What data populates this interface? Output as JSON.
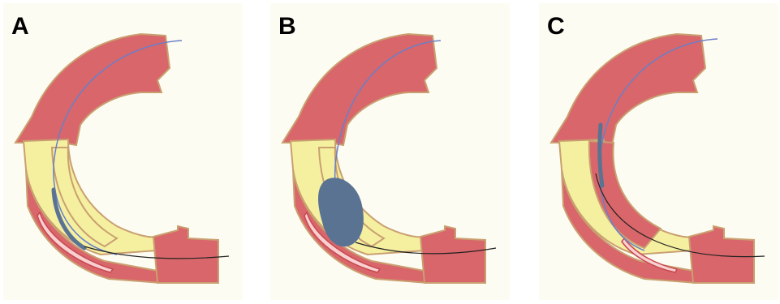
{
  "panels": [
    {
      "label": "A"
    },
    {
      "label": "B"
    },
    {
      "label": "C"
    }
  ],
  "colors": {
    "panel_bg": "#fdfcf3",
    "wall_red": "#d9666a",
    "lumen_yellow": "#f5f0a0",
    "outline": "#c9a070",
    "guidewire": "#6a7fc8",
    "device_blue": "#5b7393",
    "catheter_line": "#222222"
  }
}
